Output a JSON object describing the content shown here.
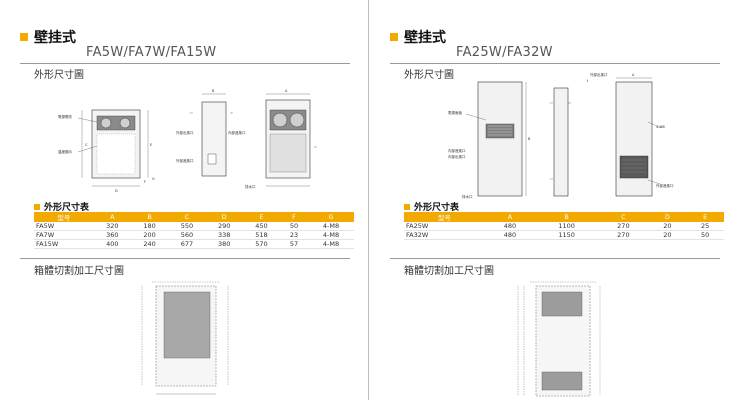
{
  "left": {
    "section_title": "壁挂式",
    "models": "FA5W/FA7W/FA15W",
    "outline_label": "外形尺寸圖",
    "table_title": "外形尺寸表",
    "table": {
      "headers": [
        "型号",
        "A",
        "B",
        "C",
        "D",
        "E",
        "F",
        "G"
      ],
      "rows": [
        [
          "FA5W",
          "320",
          "180",
          "550",
          "290",
          "450",
          "50",
          "4-M8"
        ],
        [
          "FA7W",
          "360",
          "200",
          "560",
          "338",
          "518",
          "23",
          "4-M8"
        ],
        [
          "FA15W",
          "400",
          "240",
          "677",
          "380",
          "570",
          "57",
          "4-M8"
        ]
      ]
    },
    "cutout_label": "箱體切割加工尺寸圖",
    "diagram_labels": {
      "power_switch": "電源開关",
      "temp_display": "溫度顯示",
      "ext_air_out": "外部出風口",
      "int_air_in": "內部進風口",
      "ext_air_in": "外部進風口",
      "drain": "排水口",
      "dim_a": "A",
      "dim_b": "B",
      "dim_c": "C",
      "dim_d": "D",
      "dim_e": "E",
      "dim_f": "F",
      "dim_g": "G"
    }
  },
  "right": {
    "section_title": "壁挂式",
    "models": "FA25W/FA32W",
    "outline_label": "外形尺寸圖",
    "table_title": "外形尺寸表",
    "table": {
      "headers": [
        "型号",
        "A",
        "B",
        "C",
        "D",
        "E"
      ],
      "rows": [
        [
          "FA25W",
          "480",
          "1100",
          "270",
          "20",
          "25"
        ],
        [
          "FA32W",
          "480",
          "1150",
          "270",
          "20",
          "50"
        ]
      ]
    },
    "cutout_label": "箱體切割加工尺寸圖",
    "diagram_labels": {
      "panel": "電源面板",
      "ext_air_out": "外部出風口",
      "ext_air_in": "外部進風口",
      "int_air_in": "內部進風口",
      "int_air_out": "內部出風口",
      "drain": "排水口",
      "bolt": "4-M8",
      "dim_a": "A",
      "dim_b": "B"
    }
  },
  "colors": {
    "accent": "#f2a900",
    "rule": "#9a9a9a"
  }
}
